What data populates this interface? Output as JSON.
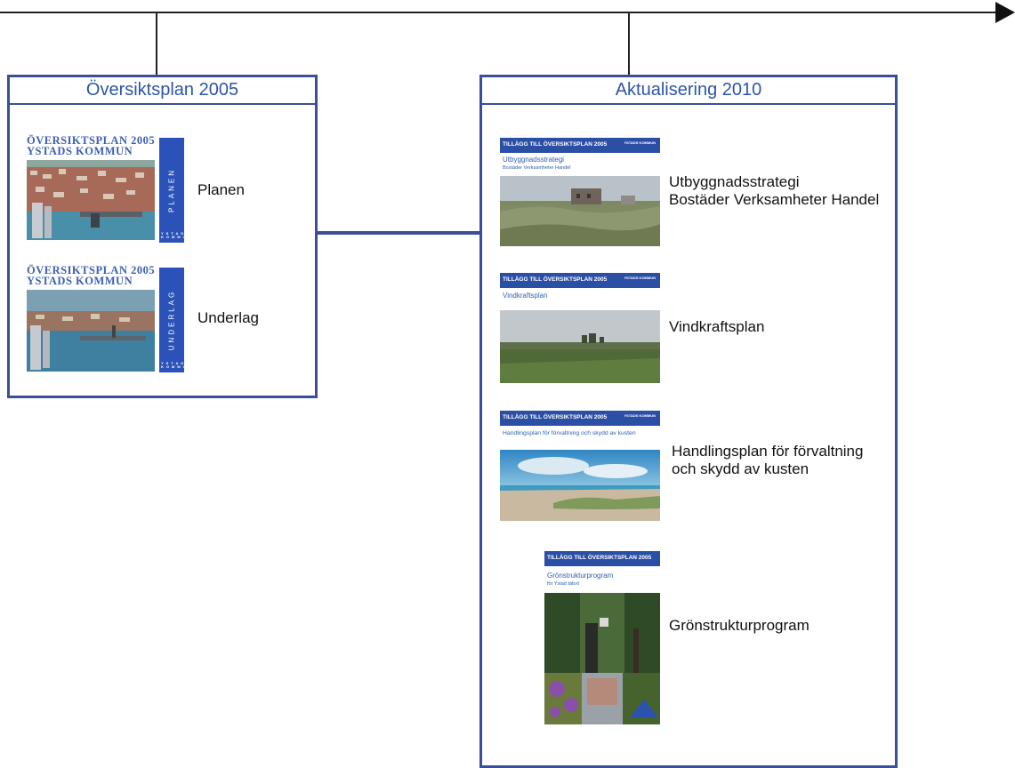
{
  "left_box": {
    "title": "Översiktsplan 2005",
    "items": [
      {
        "cover_title_1": "ÖVERSIKTSPLAN 2005",
        "cover_title_2": "YSTADS KOMMUN",
        "spine_text": "PLANEN",
        "label": "Planen"
      },
      {
        "cover_title_1": "ÖVERSIKTSPLAN 2005",
        "cover_title_2": "YSTADS KOMMUN",
        "spine_text": "UNDERLAG",
        "label": "Underlag"
      }
    ]
  },
  "right_box": {
    "title": "Aktualisering 2010",
    "items": [
      {
        "bar_text": "TILLÄGG TILL ÖVERSIKTSPLAN 2005",
        "cover_title": "Utbyggnadsstrategi",
        "cover_sub": "Bostäder Verksamheter Handel",
        "label_line1": "Utbyggnadsstrategi",
        "label_line2": "Bostäder Verksamheter Handel"
      },
      {
        "bar_text": "TILLÄGG TILL ÖVERSIKTSPLAN 2005",
        "cover_title": "Vindkraftsplan",
        "label_line1": "Vindkraftsplan"
      },
      {
        "bar_text": "TILLÄGG TILL ÖVERSIKTSPLAN 2005",
        "cover_title": "Handlingsplan för förvaltning och skydd av kusten",
        "label_line1": "Handlingsplan för förvaltning",
        "label_line2": "och skydd av kusten"
      },
      {
        "bar_text": "TILLÄGG TILL ÖVERSIKTSPLAN 2005",
        "cover_title": "Grönstrukturprogram",
        "cover_sub": "för Ystad tätort",
        "label_line1": "Grönstrukturprogram"
      }
    ]
  },
  "logo_text": "YSTADS KOMMUN",
  "colors": {
    "frame": "#3a4f9a",
    "header_text": "#2d55a6",
    "cover_bar": "#2c4fa6",
    "spine": "#2b52b8"
  }
}
